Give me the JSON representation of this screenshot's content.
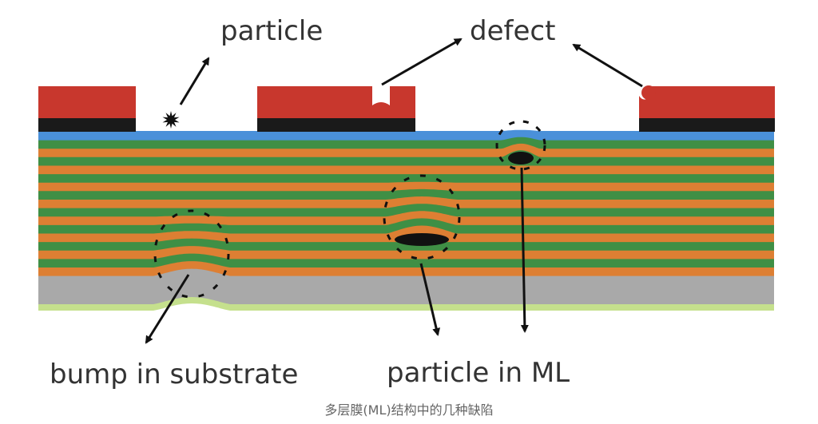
{
  "diagram": {
    "labels": {
      "particle": "particle",
      "defect": "defect",
      "bump_in_substrate": "bump in substrate",
      "particle_in_ml": "particle in ML"
    },
    "caption": "多层膜(ML)结构中的几种缺陷"
  },
  "colors": {
    "absorber": "#c8372d",
    "buffer": "#1a1a1a",
    "capping": "#4a90d9",
    "layer_a": "#3f8f45",
    "layer_b": "#dd7f33",
    "substrate": "#a9a9a9",
    "backside": "#c5e08d"
  }
}
